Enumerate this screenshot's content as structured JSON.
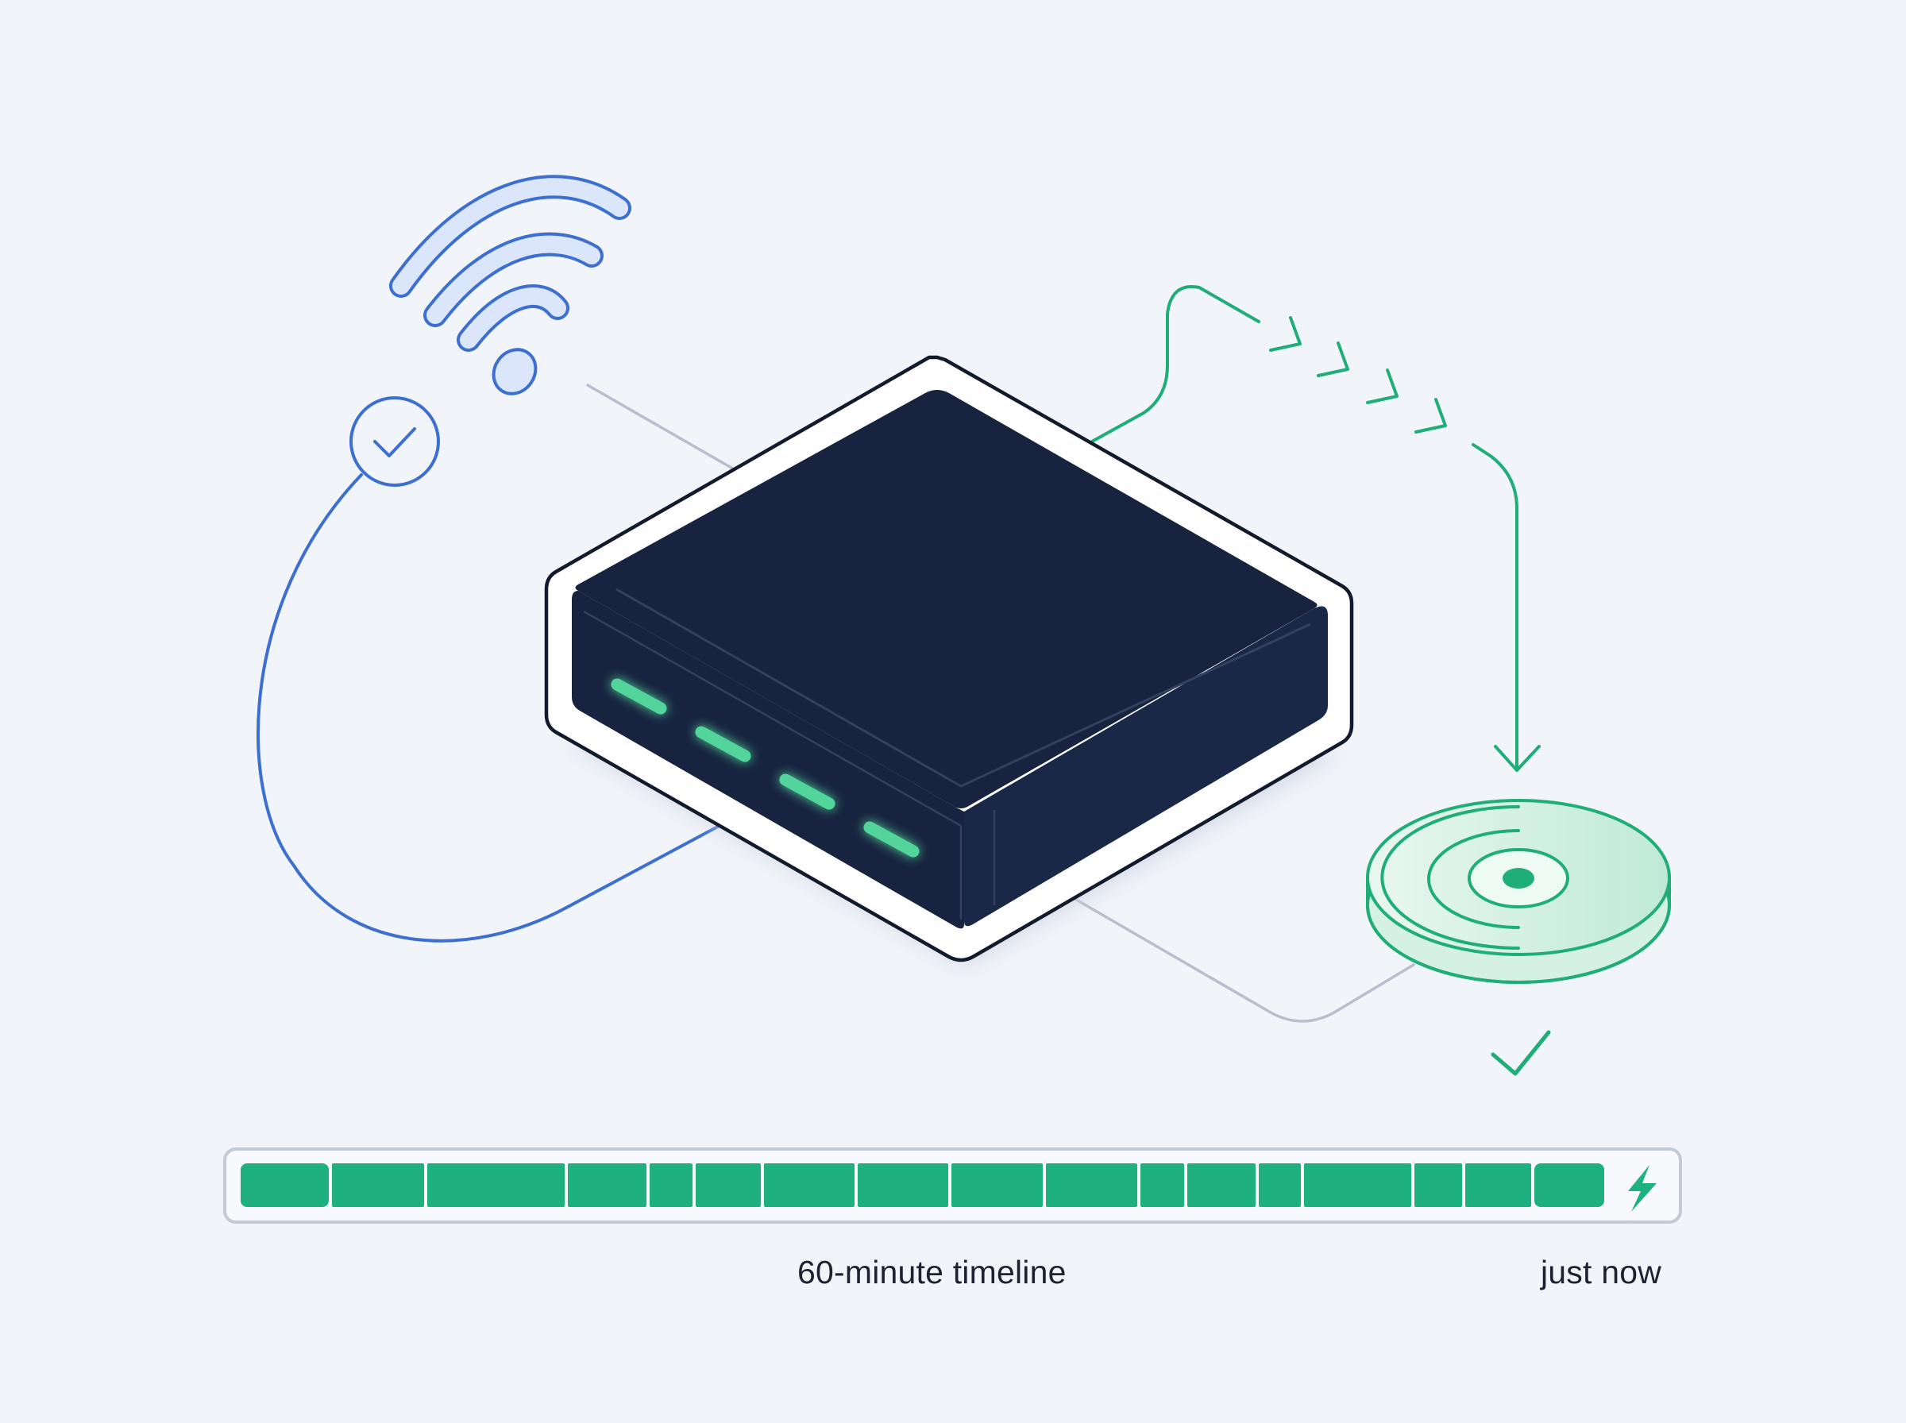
{
  "timeline": {
    "segment_count": 17,
    "center_label": "60-minute timeline",
    "end_label": "just now",
    "end_icon": "lightning-bolt-icon"
  },
  "icons": {
    "wifi": "wifi-signal-icon",
    "wifi_status": "check-circle-icon",
    "destination_status": "checkmark-icon",
    "destination": "target-disc-icon"
  },
  "colors": {
    "background": "#f1f4f9",
    "router_body": "#17233f",
    "router_led": "#52d49a",
    "wifi_blue": "#3d6fd0",
    "healthy_green": "#1fad78",
    "timeline_green": "#1eb07e",
    "neutral_line": "#b8bfcc"
  }
}
